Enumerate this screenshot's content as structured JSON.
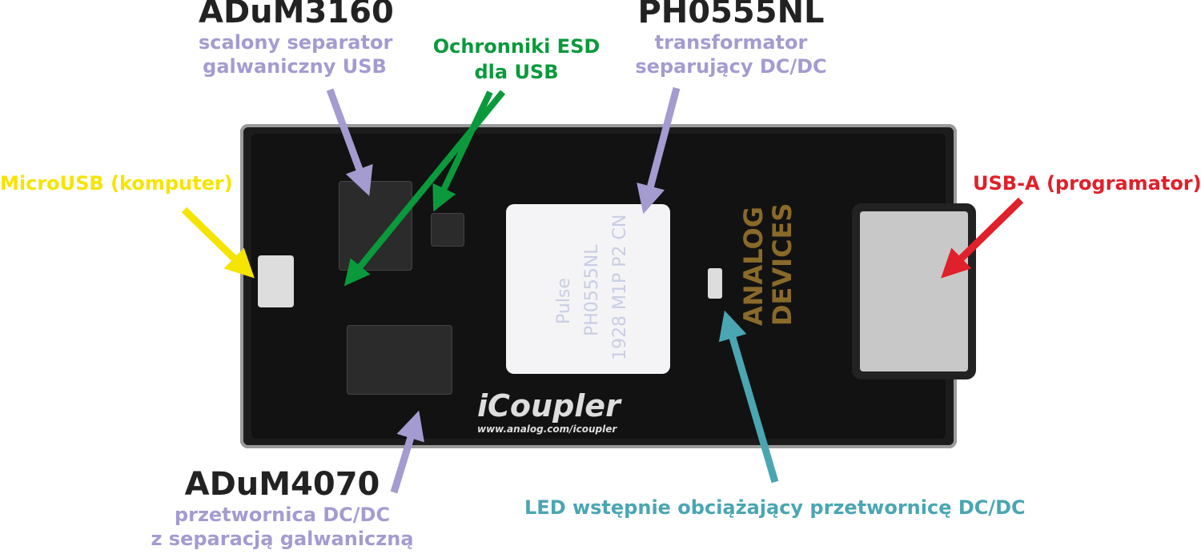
{
  "labels": {
    "adum3160": {
      "title": "ADuM3160",
      "line1": "scalony separator",
      "line2": "galwaniczny USB"
    },
    "esd": {
      "line1": "Ochronniki ESD",
      "line2": "dla USB"
    },
    "ph0555nl": {
      "title": "PH0555NL",
      "line1": "transformator",
      "line2": "separujący DC/DC"
    },
    "microusb": {
      "text": "MicroUSB (komputer)"
    },
    "usba": {
      "text": "USB-A (programator)"
    },
    "adum4070": {
      "title": "ADuM4070",
      "line1": "przetwornica DC/DC",
      "line2": "z separacją galwaniczną"
    },
    "led": {
      "text": "LED wstępnie obciążający przetwornicę DC/DC"
    }
  },
  "board": {
    "trafo_brand": "Pulse",
    "trafo_part": "PH0555NL",
    "trafo_code": "1928 M1P P2 CN",
    "logo": "iCoupler",
    "url": "www.analog.com/icoupler",
    "vendor_line1": "ANALOG",
    "vendor_line2": "DEVICES"
  },
  "colors": {
    "purple": "#a49bd0",
    "green": "#0a9a3c",
    "yellow": "#f5e400",
    "red": "#e0202a",
    "teal": "#4aa6b2"
  }
}
